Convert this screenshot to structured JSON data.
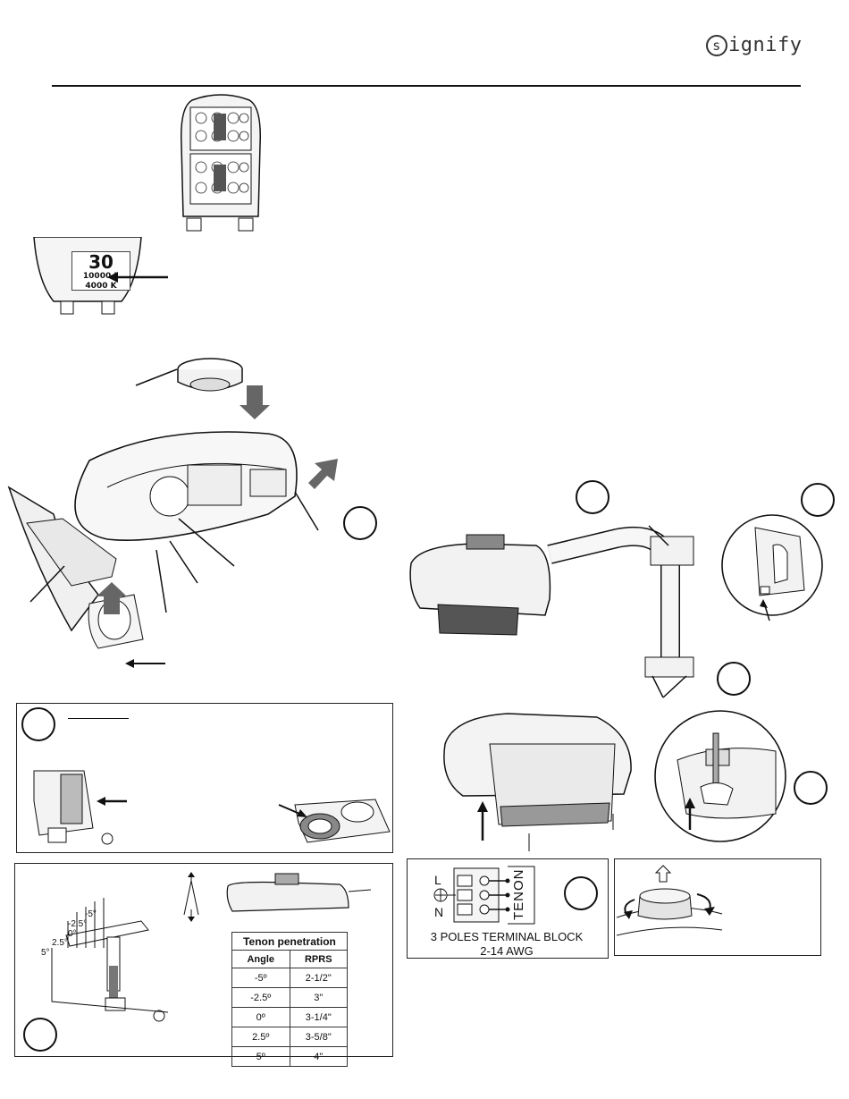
{
  "header": {
    "logo_text": "ignify",
    "logo_mark": "s"
  },
  "label_plate": {
    "big": "30",
    "line1": "10000 L",
    "line2": "4000 K"
  },
  "tenon_table": {
    "caption": "Tenon penetration",
    "headers": [
      "Angle",
      "RPRS"
    ],
    "rows": [
      [
        "-5º",
        "2-1/2\""
      ],
      [
        "-2.5º",
        "3\""
      ],
      [
        "0º",
        "3-1/4\""
      ],
      [
        "2.5º",
        "3-5/8\""
      ],
      [
        "5º",
        "4\""
      ]
    ]
  },
  "angle_labels": [
    "-5°",
    "-2.5°",
    "0°",
    "2.5°",
    "5°"
  ],
  "terminal_block": {
    "line1": "3 POLES TERMINAL BLOCK",
    "line2": "2-14 AWG",
    "labels": [
      "L",
      "N"
    ],
    "side": "TENON"
  },
  "colors": {
    "line": "#111111",
    "arrow_fill": "#666666"
  }
}
